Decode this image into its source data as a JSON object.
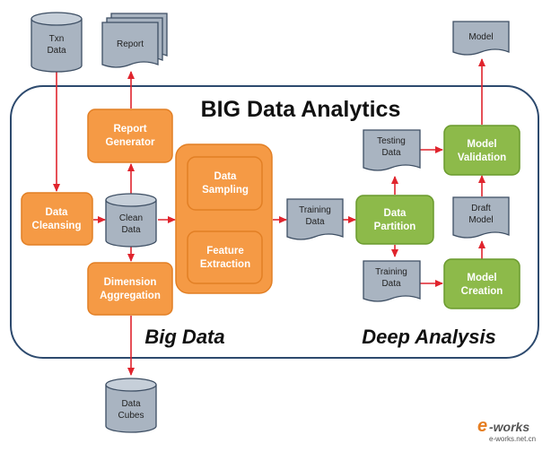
{
  "title": "BIG Data Analytics",
  "sections": {
    "big_data": "Big Data",
    "deep_analysis": "Deep Analysis"
  },
  "stores": {
    "txn_data": [
      "Txn",
      "Data"
    ],
    "clean_data": [
      "Clean",
      "Data"
    ],
    "data_cubes": [
      "Data",
      "Cubes"
    ]
  },
  "documents": {
    "report": [
      "Report"
    ],
    "model": [
      "Model"
    ],
    "testing_data": [
      "Testing",
      "Data"
    ],
    "training_data_mid": [
      "Training",
      "Data"
    ],
    "training_data_low": [
      "Training",
      "Data"
    ],
    "draft_model": [
      "Draft",
      "Model"
    ]
  },
  "processes": {
    "report_generator": [
      "Report",
      "Generator"
    ],
    "data_cleansing": [
      "Data",
      "Cleansing"
    ],
    "dimension_aggregation": [
      "Dimension",
      "Aggregation"
    ],
    "data_sampling": [
      "Data",
      "Sampling"
    ],
    "feature_extraction": [
      "Feature",
      "Extraction"
    ],
    "data_partition": [
      "Data",
      "Partition"
    ],
    "model_validation": [
      "Model",
      "Validation"
    ],
    "model_creation": [
      "Model",
      "Creation"
    ]
  },
  "watermark": {
    "initial": "e",
    "rest": "-works",
    "cn": "e-works.net.cn"
  },
  "colors": {
    "process_orange": "#f59a45",
    "process_green": "#8dba4a",
    "store_gray": "#a9b4c1",
    "arrow_red": "#e0242d",
    "frame_blue": "#2d4a6e"
  }
}
